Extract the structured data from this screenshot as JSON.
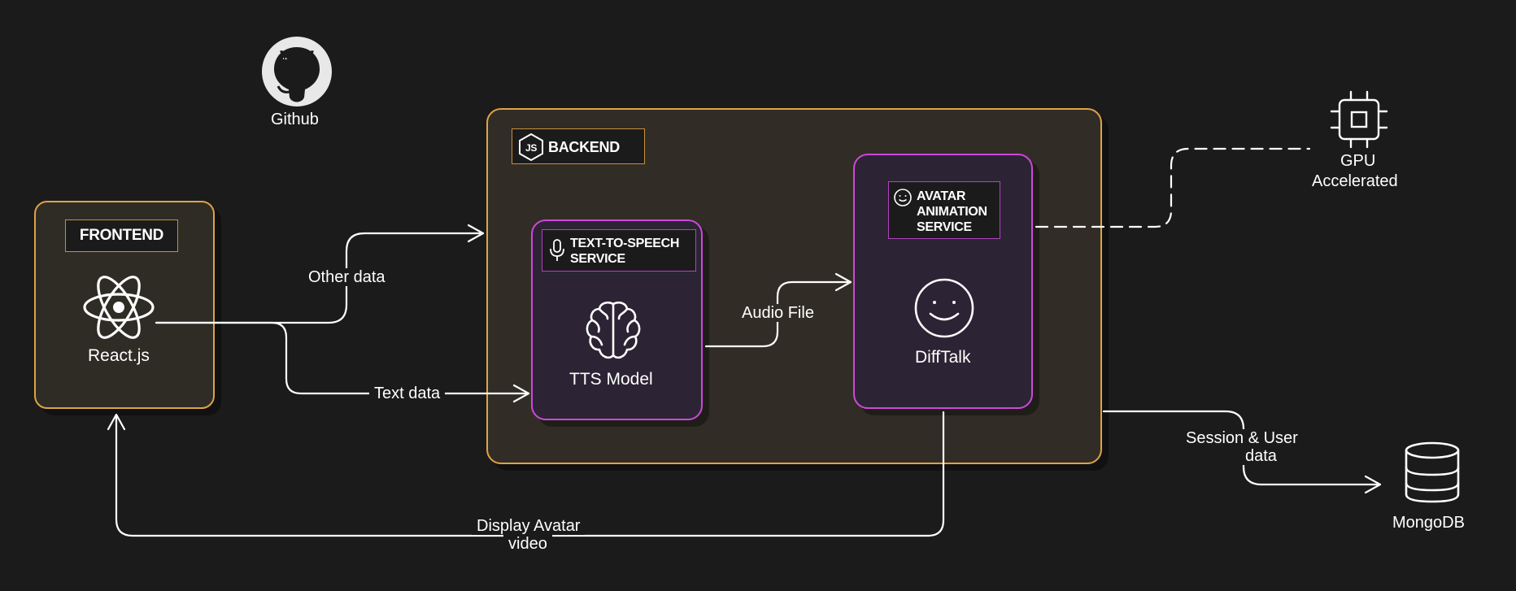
{
  "frontend": {
    "tag": "FRONTEND",
    "label": "React.js",
    "icon": "react-icon"
  },
  "github": {
    "label": "Github",
    "icon": "github-icon"
  },
  "backend": {
    "tag": "BACKEND",
    "icon": "nodejs-icon"
  },
  "tts": {
    "tag_line1": "TEXT-TO-SPEECH",
    "tag_line2": "SERVICE",
    "label": "TTS Model",
    "icon": "brain-icon",
    "tag_icon": "microphone-icon"
  },
  "avatar": {
    "tag_line1": "AVATAR",
    "tag_line2": "ANIMATION",
    "tag_line3": "SERVICE",
    "label": "DiffTalk",
    "icon": "smiley-icon",
    "tag_icon": "smiley-icon"
  },
  "gpu": {
    "line1": "GPU",
    "line2": "Accelerated",
    "icon": "cpu-chip-icon"
  },
  "mongodb": {
    "label": "MongoDB",
    "icon": "database-icon"
  },
  "edges": {
    "other_data": "Other data",
    "text_data": "Text data",
    "audio_file": "Audio File",
    "session_line1": "Session & User",
    "session_line2": "data",
    "display_line1": "Display Avatar",
    "display_line2": "video"
  },
  "colors": {
    "background": "#1b1b1b",
    "orange_border": "#e0a346",
    "purple_border": "#cf48dc",
    "box_fill": "#312d26",
    "service_fill": "#2c2434"
  }
}
